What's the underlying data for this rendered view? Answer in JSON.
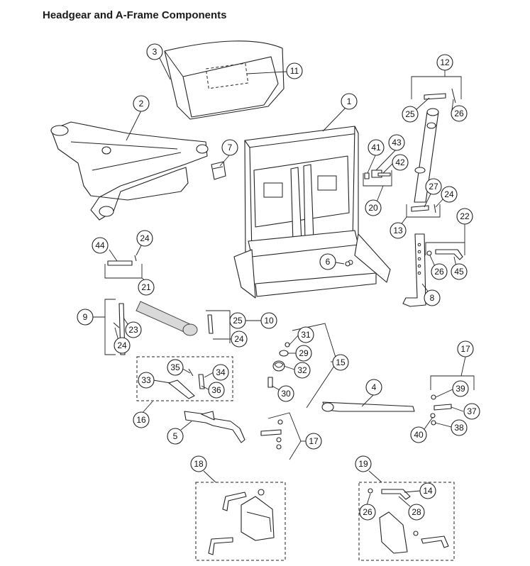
{
  "title": "Headgear and A-Frame Components",
  "callouts": [
    "1",
    "2",
    "3",
    "4",
    "5",
    "6",
    "7",
    "8",
    "9",
    "10",
    "11",
    "12",
    "13",
    "14",
    "15",
    "16",
    "17",
    "18",
    "19",
    "20",
    "21",
    "22",
    "23",
    "24",
    "25",
    "26",
    "27",
    "28",
    "29",
    "30",
    "31",
    "32",
    "33",
    "34",
    "35",
    "36",
    "37",
    "38",
    "39",
    "40",
    "41",
    "42",
    "43",
    "44",
    "45"
  ]
}
